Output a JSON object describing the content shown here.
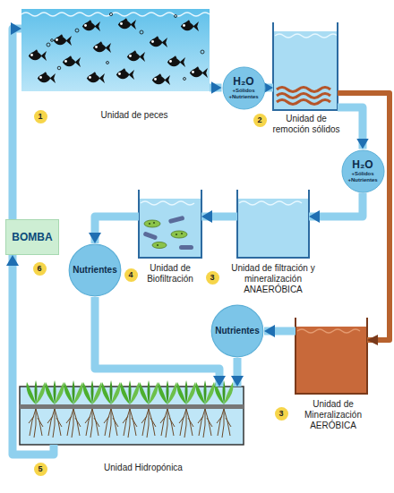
{
  "diagram": {
    "nodes": [
      {
        "text": [
          "Unidad de peces"
        ]
      },
      {
        "text": [
          "H₂O",
          "+Sólidos +Nutrientes"
        ]
      },
      {
        "text": [
          "Unidad de remoción sólidos"
        ]
      },
      {
        "text": [
          "H₂O",
          "+Sólidos +Nutrientes"
        ]
      },
      {
        "text": [
          "BOMBA"
        ]
      },
      {
        "text": [
          "Unidad de Biofiltración"
        ]
      },
      {
        "text": [
          "Unidad de filtración y mineralización ANAERÓBICA"
        ]
      },
      {
        "text": [
          "Nutrientes"
        ]
      },
      {
        "text": [
          "Nutrientes"
        ]
      },
      {
        "text": [
          "Unidad de Mineralización AERÓBICA"
        ]
      },
      {
        "text": [
          "Unidad Hidropónica"
        ]
      }
    ],
    "edges": [
      {
        "from": 0,
        "to": 1,
        "arrow": "to"
      },
      {
        "from": 1,
        "to": 2,
        "arrow": "to"
      },
      {
        "from": 2,
        "to": 3,
        "arrow": "to"
      },
      {
        "from": 3,
        "to": 6,
        "arrow": "to"
      },
      {
        "from": 6,
        "to": 5,
        "arrow": "to"
      },
      {
        "from": 5,
        "to": 7,
        "arrow": "to"
      },
      {
        "from": 7,
        "to": 10,
        "arrow": "to"
      },
      {
        "from": 2,
        "to": 9,
        "arrow": "to"
      },
      {
        "from": 9,
        "to": 8,
        "arrow": "to"
      },
      {
        "from": 8,
        "to": 10,
        "arrow": "to"
      },
      {
        "from": 10,
        "to": 4,
        "arrow": "to"
      },
      {
        "from": 4,
        "to": 0,
        "arrow": "to"
      }
    ],
    "labels": [
      "1",
      "2",
      "6",
      "4",
      "3",
      "3",
      "5"
    ]
  }
}
